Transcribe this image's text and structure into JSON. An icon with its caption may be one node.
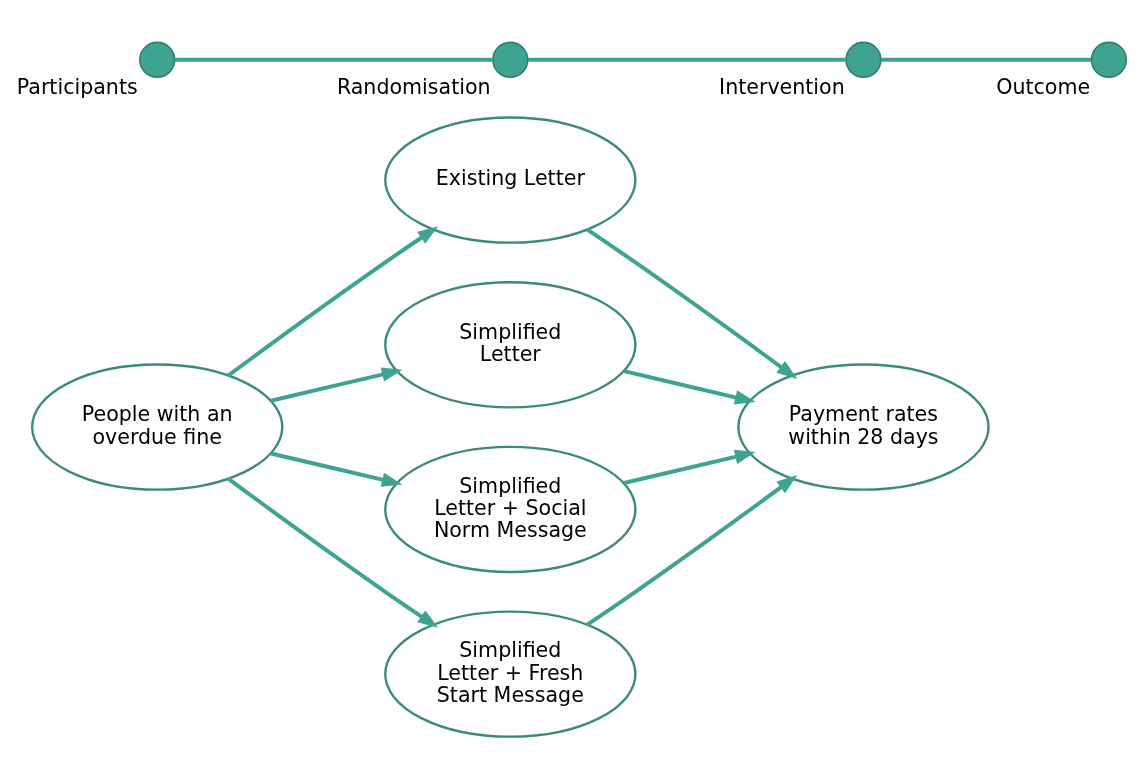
{
  "diagram": {
    "nodes": [
      {
        "text": [
          "People with an overdue fine"
        ]
      },
      {
        "text": [
          "Existing Letter"
        ]
      },
      {
        "text": [
          "Simplified Letter"
        ]
      },
      {
        "text": [
          "Simplified Letter + Social Norm Message"
        ]
      },
      {
        "text": [
          "Simplified Letter + Fresh Start Message"
        ]
      },
      {
        "text": [
          "Payment rates within 28 days"
        ]
      },
      {
        "text": [],
        "shape": "circle",
        "beside": [
          "Participants"
        ]
      },
      {
        "text": [],
        "shape": "circle",
        "beside": [
          "Randomisation"
        ]
      },
      {
        "text": [],
        "shape": "circle",
        "beside": [
          "Intervention"
        ]
      },
      {
        "text": [],
        "shape": "circle",
        "beside": [
          "Outcome"
        ]
      }
    ],
    "edges": [
      {
        "from": 0,
        "to": 1,
        "arrow": "to"
      },
      {
        "from": 0,
        "to": 2,
        "arrow": "to"
      },
      {
        "from": 0,
        "to": 3,
        "arrow": "to"
      },
      {
        "from": 0,
        "to": 4,
        "arrow": "to"
      },
      {
        "from": 1,
        "to": 5,
        "arrow": "to"
      },
      {
        "from": 2,
        "to": 5,
        "arrow": "to"
      },
      {
        "from": 3,
        "to": 5,
        "arrow": "to"
      },
      {
        "from": 4,
        "to": 5,
        "arrow": "to"
      },
      {
        "from": 6,
        "to": 7,
        "arrow": "none"
      },
      {
        "from": 7,
        "to": 8,
        "arrow": "none"
      },
      {
        "from": 8,
        "to": 9,
        "arrow": "none"
      }
    ]
  }
}
